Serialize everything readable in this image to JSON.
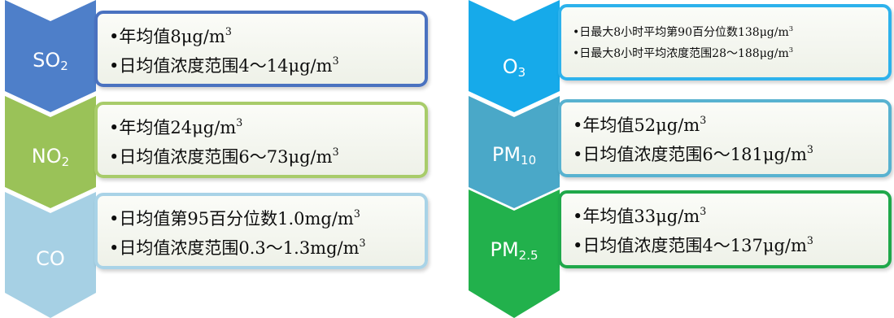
{
  "left": [
    {
      "label": "SO",
      "sub": "2",
      "color": "#4e7fc9",
      "border": "#4a72c0",
      "lines": [
        {
          "text": "•年均值8μg/m",
          "sup": "3"
        },
        {
          "text": "•日均值浓度范围4～14μg/m",
          "sup": "3"
        }
      ]
    },
    {
      "label": "NO",
      "sub": "2",
      "color": "#9ac258",
      "border": "#a8cc6a",
      "lines": [
        {
          "text": "•年均值24μg/m",
          "sup": "3"
        },
        {
          "text": "•日均值浓度范围6～73μg/m",
          "sup": "3"
        }
      ]
    },
    {
      "label": "CO",
      "sub": "",
      "color": "#a6d0e4",
      "border": "#a9d3e7",
      "lines": [
        {
          "text": "•日均值第95百分位数1.0mg/m",
          "sup": "3"
        },
        {
          "text": "•日均值浓度范围0.3～1.3mg/m",
          "sup": "3"
        }
      ]
    }
  ],
  "right": [
    {
      "label": "O",
      "sub": "3",
      "color": "#16aaea",
      "border": "#2db2ec",
      "small": true,
      "lines": [
        {
          "text": "•日最大8小时平均第90百分位数138μg/m",
          "sup": "3"
        },
        {
          "text": "•日最大8小时平均浓度范围28～188μg/m",
          "sup": "3"
        }
      ]
    },
    {
      "label": "PM",
      "sub": "10",
      "color": "#4aa8c8",
      "border": "#58b2d0",
      "lines": [
        {
          "text": "•年均值52μg/m",
          "sup": "3"
        },
        {
          "text": "•日均值浓度范围6～181μg/m",
          "sup": "3"
        }
      ]
    },
    {
      "label": "PM",
      "sub": "2.5",
      "color": "#22b14c",
      "border": "#1fa84a",
      "lines": [
        {
          "text": "•年均值33μg/m",
          "sup": "3"
        },
        {
          "text": "•日均值浓度范围4～137μg/m",
          "sup": "3"
        }
      ]
    }
  ]
}
